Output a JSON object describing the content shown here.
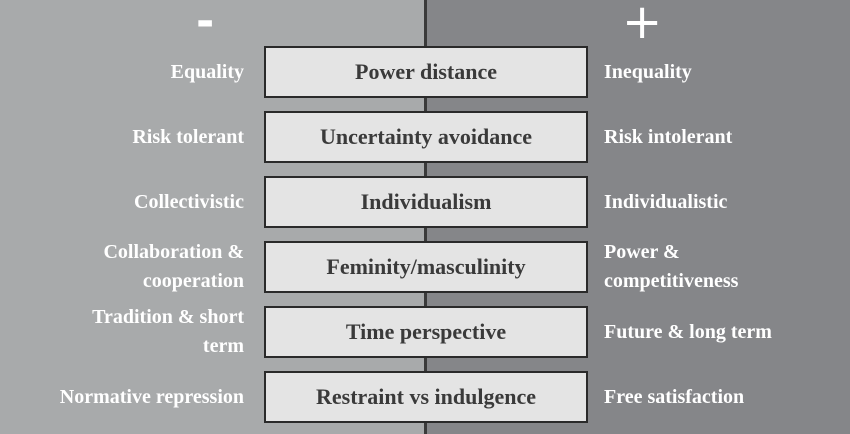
{
  "signs": {
    "negative": "-",
    "positive": "+"
  },
  "colors": {
    "left_bg": "#a8aaab",
    "right_bg": "#858689",
    "box_bg": "#e4e4e4",
    "label_text": "#ffffff",
    "box_text": "#3a3a3a"
  },
  "dimensions": [
    {
      "name": "Power distance",
      "low": "Equality",
      "high": "Inequality"
    },
    {
      "name": "Uncertainty avoidance",
      "low": "Risk tolerant",
      "high": "Risk intolerant"
    },
    {
      "name": "Individualism",
      "low": "Collectivistic",
      "high": "Individualistic"
    },
    {
      "name": "Feminity/masculinity",
      "low": "Collaboration &\ncooperation",
      "high": "Power &\ncompetitiveness"
    },
    {
      "name": "Time perspective",
      "low": "Tradition & short\nterm",
      "high": "Future & long term"
    },
    {
      "name": "Restraint vs indulgence",
      "low": "Normative repression",
      "high": "Free satisfaction"
    }
  ]
}
